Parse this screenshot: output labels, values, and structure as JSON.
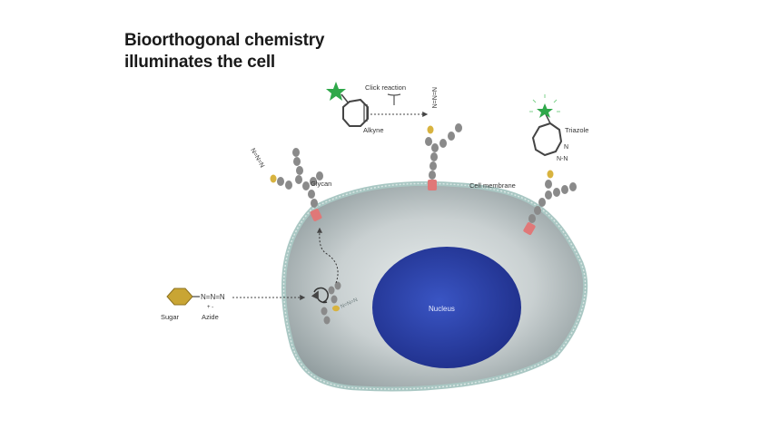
{
  "title": {
    "line1": "Bioorthogonal chemistry",
    "line2": "illuminates the cell"
  },
  "labels": {
    "click_reaction": "Click reaction",
    "alkyne": "Alkyne",
    "triazole": "Triazole",
    "glycan": "Glycan",
    "cell_membrane": "Cell membrane",
    "nucleus": "Nucleus",
    "sugar": "Sugar",
    "azide": "Azide",
    "azide_formula": "N=N=N",
    "azide_formula_vertical": "N=N=N",
    "azide_charges": "+    -",
    "triazole_n1": "N",
    "triazole_n2": "N-N"
  },
  "colors": {
    "cell_body": "#c9d1d2",
    "cell_border": "#a9c7c3",
    "nucleus": "#2a3f9e",
    "glycan_bead": "#8a8a8a",
    "sugar_bead": "#d8b33f",
    "anchor": "#e07878",
    "fluorophore": "#2fa84a",
    "text": "#333333"
  },
  "icons": [
    "star-icon",
    "cyclooctyne-ring-icon",
    "glow-star-icon"
  ]
}
